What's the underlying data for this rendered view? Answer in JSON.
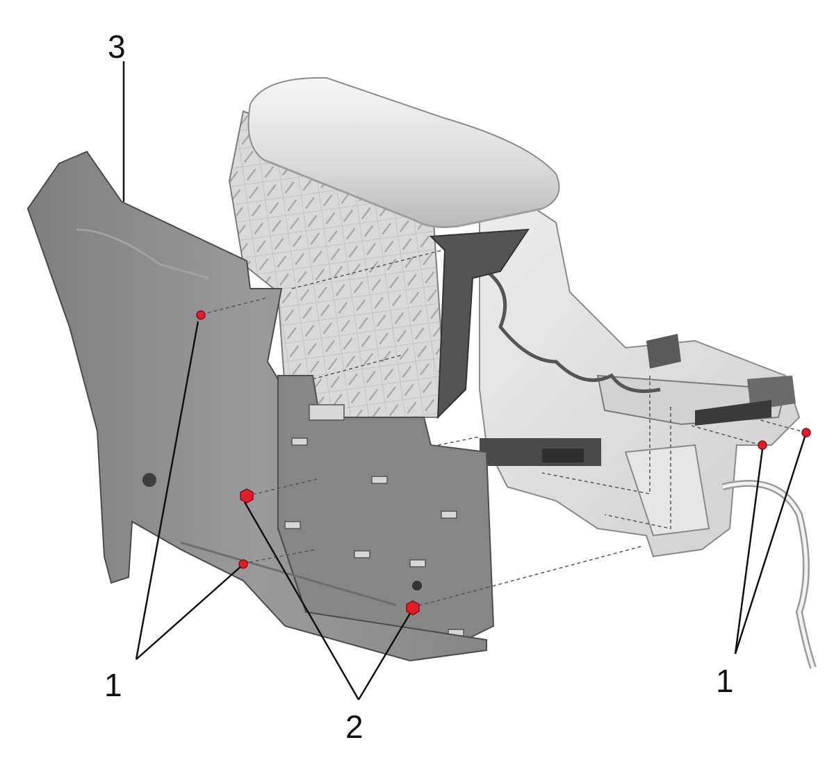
{
  "diagram": {
    "callouts": {
      "fastener_1_left": "1",
      "fastener_2": "2",
      "fastener_1_right": "1",
      "panel_3": "3"
    },
    "colors": {
      "fastener_red": "#e01e2b",
      "panel_gray": "#8c8c8c",
      "armrest_light": "#e4e4e4",
      "frame_light": "#dcdcdc",
      "dark_trim": "#4a4a4a"
    }
  }
}
